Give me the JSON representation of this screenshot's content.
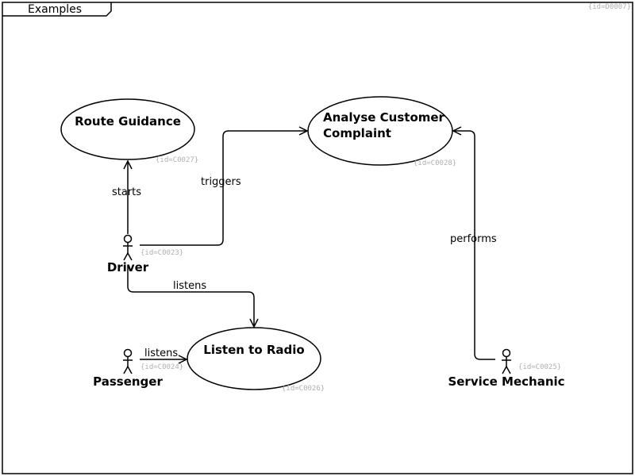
{
  "frame": {
    "title": "Examples",
    "id": "{id=D0007}"
  },
  "use_cases": {
    "route_guidance": {
      "label": "Route Guidance",
      "id": "{id=C0027}"
    },
    "analyse_complaint": {
      "line1": "Analyse Customer",
      "line2": "Complaint",
      "id": "{id=C0028}"
    },
    "listen_radio": {
      "label": "Listen to Radio",
      "id": "{id=C0026}"
    }
  },
  "actors": {
    "driver": {
      "label": "Driver",
      "id": "{id=C0023}"
    },
    "passenger": {
      "label": "Passenger",
      "id": "{id=C0024}"
    },
    "service_mechanic": {
      "label": "Service Mechanic",
      "id": "{id=C0025}"
    }
  },
  "relations": {
    "starts": "starts",
    "triggers": "triggers",
    "driver_listens": "listens",
    "passenger_listens": "listens",
    "performs": "performs"
  }
}
